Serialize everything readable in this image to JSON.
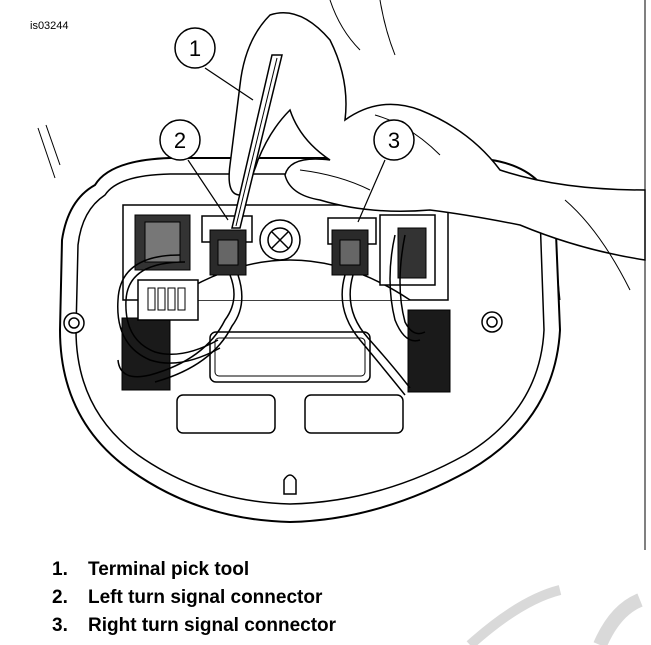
{
  "figure_id": "is03244",
  "callouts": [
    "1",
    "2",
    "3"
  ],
  "legend": [
    {
      "number": "1.",
      "label": "Terminal pick tool"
    },
    {
      "number": "2.",
      "label": "Left turn signal connector"
    },
    {
      "number": "3.",
      "label": "Right turn signal connector"
    }
  ],
  "colors": {
    "line": "#000000",
    "fill_dark": "#1a1a1a",
    "fill_mid": "#555555",
    "bg": "#ffffff"
  }
}
